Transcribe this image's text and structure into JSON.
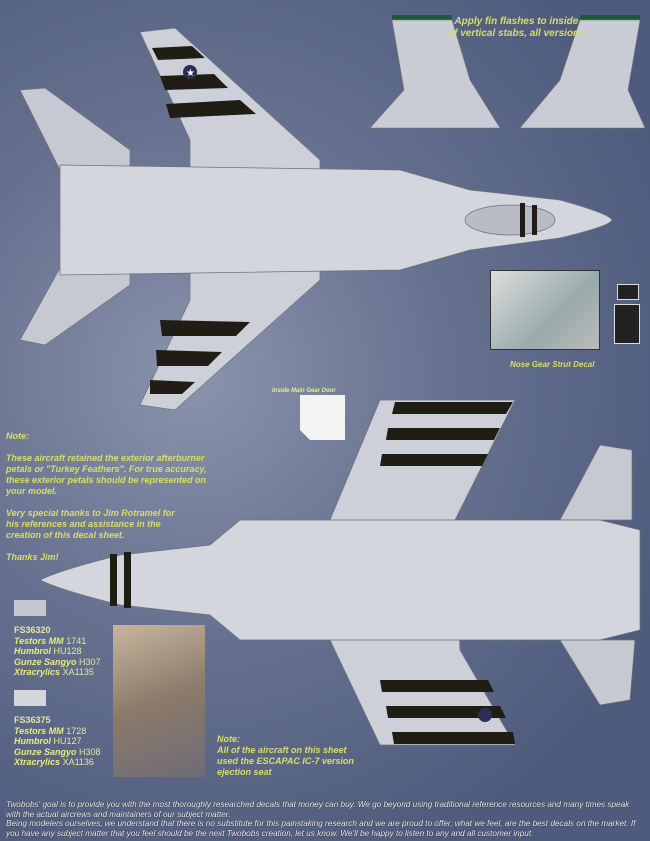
{
  "fin_note": {
    "line1": "Apply fin flashes to inside",
    "line2": "of vertical stabs, all versions"
  },
  "nose_gear_label": "Nose Gear Strut Decal",
  "main_gear_label": "Inside Main Gear Door",
  "note_block": {
    "title": "Note:",
    "para1": "These aircraft retained the exterior afterburner petals or \"Turkey Feathers\". For true accuracy, these exterior petals should be represented on your model.",
    "para2": "Very special thanks to Jim Rotramel for his references and assistance in the creation of this decal sheet.",
    "para3": "Thanks Jim!"
  },
  "paints": [
    {
      "fs": "FS36320",
      "items": [
        {
          "brand": "Testors MM",
          "code": "1741"
        },
        {
          "brand": "Humbrol",
          "code": "HU128"
        },
        {
          "brand": "Gunze Sangyo",
          "code": "H307"
        },
        {
          "brand": "Xtracrylics",
          "code": "XA1135"
        }
      ],
      "color": "#c4c7cf"
    },
    {
      "fs": "FS36375",
      "items": [
        {
          "brand": "Testors MM",
          "code": "1728"
        },
        {
          "brand": "Humbrol",
          "code": "HU127"
        },
        {
          "brand": "Gunze Sangyo",
          "code": "H308"
        },
        {
          "brand": "Xtracrylics",
          "code": "XA1136"
        }
      ],
      "color": "#d4d6dc"
    }
  ],
  "seat_note": {
    "title": "Note:",
    "text": "All of the aircraft on this sheet used the ESCAPAC IC-7 version ejection seat"
  },
  "footer": {
    "p1": "Twobobs' goal is to provide you with the most thoroughly researched decals that money can buy.  We go beyond using traditional reference resources and many times speak with the actual aircrews and maintainers of our subject matter.",
    "p2": "Being modelers ourselves, we understand that there is no substitute for this painstaking research and we are proud to offer, what we feel, are the best decals on the market.  If you have any subject matter that you feel should be the next Twobobs creation, let us know.  We'll be happy to listen to any and all customer input."
  },
  "colors": {
    "text_accent": "#d9df63",
    "aircraft": "#c9ccd4",
    "stripe": "#1f1d14"
  }
}
